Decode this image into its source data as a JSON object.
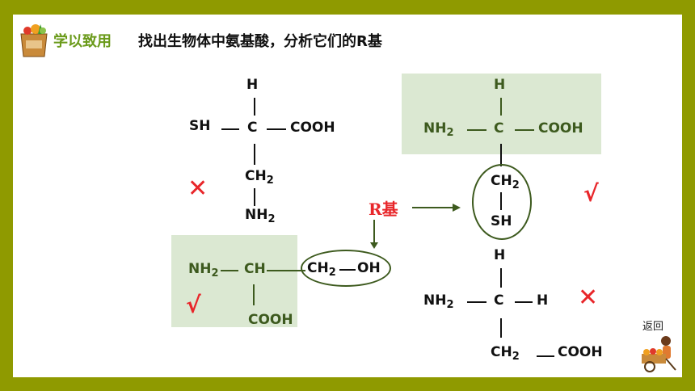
{
  "header": {
    "tag": "学以致用",
    "title": "找出生物体中氨基酸，分析它们的R基",
    "tag_color": "#6a9a1a"
  },
  "molecule1": {
    "top_h": "H",
    "left": "SH",
    "c": "C",
    "right": "COOH",
    "ch2": "CH",
    "sub2": "2",
    "bottom": "NH",
    "bottom_sub": "2",
    "verdict": "✕"
  },
  "molecule2": {
    "left": "NH",
    "left_sub": "2",
    "c": "CH",
    "right": "CH",
    "right_sub": "2",
    "oh": "OH",
    "bottom": "COOH",
    "verdict": "√"
  },
  "molecule3": {
    "top_h": "H",
    "left": "NH",
    "left_sub": "2",
    "c": "C",
    "right": "COOH",
    "ch2": "CH",
    "sub2": "2",
    "sh": "SH",
    "verdict": "√"
  },
  "molecule4": {
    "top_h": "H",
    "left": "NH",
    "left_sub": "2",
    "c": "C",
    "right": "H",
    "ch2": "CH",
    "sub2": "2",
    "cooh": "COOH",
    "verdict": "✕"
  },
  "r_group_label": "R基",
  "back_label": "返回"
}
